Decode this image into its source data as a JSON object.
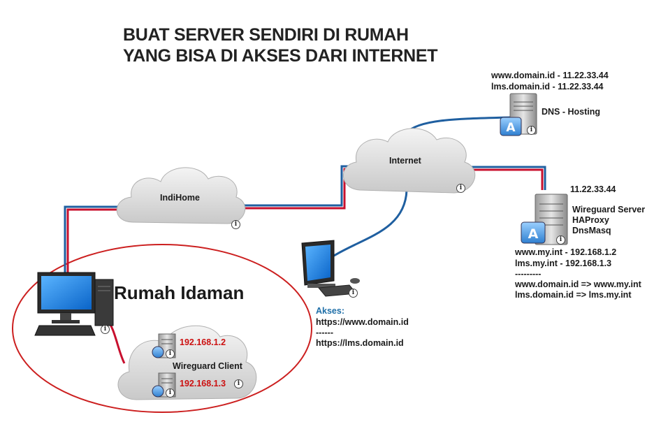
{
  "title": {
    "line1": "BUAT SERVER SENDIRI DI RUMAH",
    "line2": "YANG BISA DI AKSES DARI INTERNET"
  },
  "clouds": {
    "indihome": "IndiHome",
    "internet": "Internet",
    "wireguard_client": "Wireguard Client"
  },
  "dns": {
    "record1": "www.domain.id - 11.22.33.44",
    "record2": "lms.domain.id - 11.22.33.44",
    "label": "DNS - Hosting"
  },
  "server": {
    "ip": "11.22.33.44",
    "services": [
      "Wireguard Server",
      "HAProxy",
      "DnsMasq"
    ],
    "mappings": [
      "www.my.int - 192.168.1.2",
      "lms.my.int - 192.168.1.3",
      "---------",
      "www.domain.id => www.my.int",
      "lms.domain.id => lms.my.int"
    ]
  },
  "home": {
    "label": "Rumah Idaman",
    "client_ip_1": "192.168.1.2",
    "client_ip_2": "192.168.1.3"
  },
  "access": {
    "heading": "Akses:",
    "url1": "https://www.domain.id",
    "separator": "------",
    "url2": "https://lms.domain.id"
  },
  "info_icon_glyph": "i",
  "colors": {
    "link_blue": "#1f5fa0",
    "link_red": "#c8102e",
    "ellipse_red": "#cc1f1f",
    "accent_label_blue": "#1f6fa8"
  }
}
